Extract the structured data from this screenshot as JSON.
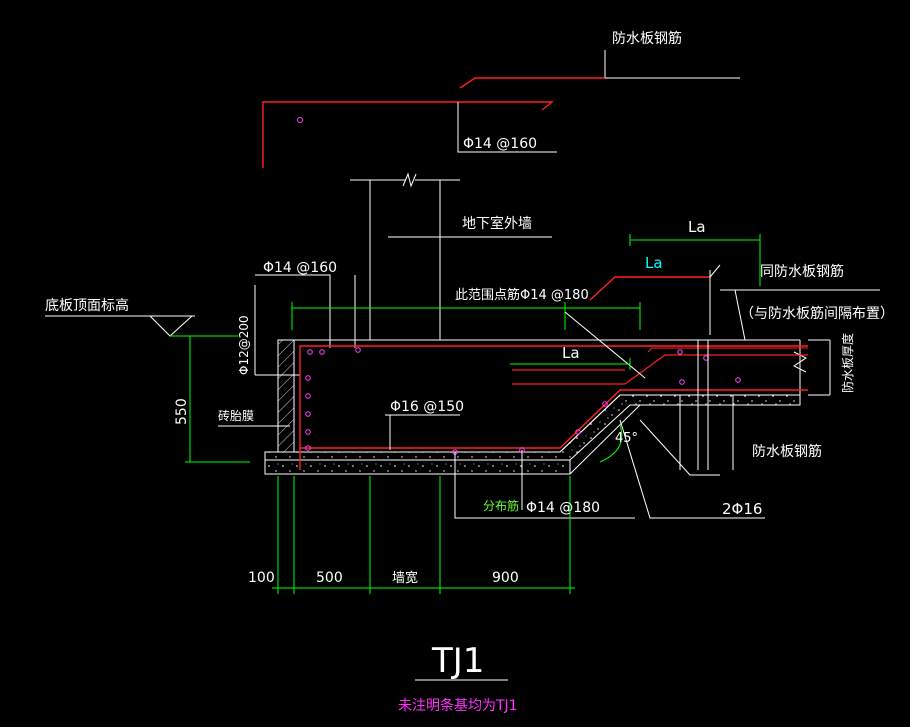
{
  "colors": {
    "background": "#000000",
    "line": "#ffffff",
    "rebar": "#ff2020",
    "dim": "#00ff00",
    "dot": "#ff40ff",
    "cyan": "#00ffff",
    "magenta": "#ff30ff",
    "green_text": "#66ff33"
  },
  "labels": {
    "waterproof_top": "防水板钢筋",
    "bar_top": "Φ14 @160",
    "basement_wall": "地下室外墙",
    "bar_left": "Φ14 @160",
    "slab_top_elev": "底板顶面标高",
    "bar_vertical": "Φ12@200",
    "bar_edge": "此范围点筋Φ14 @180",
    "la_top": "La",
    "la_cyan": "La",
    "la_mid": "La",
    "same_as_slab": "同防水板钢筋",
    "spacing_note": "（与防水板筋间隔布置）",
    "slab_thickness": "防水板厚度",
    "brick_mold": "砖胎膜",
    "bar_bottom": "Φ16 @150",
    "angle": "45°",
    "waterproof_right": "防水板钢筋",
    "distribution": "分布筋",
    "bar_dist": "Φ14 @180",
    "bars_2": "2Φ16"
  },
  "dimensions": {
    "height": "550",
    "d1": "100",
    "d2": "500",
    "wall_width": "墙宽",
    "d3": "900"
  },
  "title": "TJ1",
  "note": "未注明条基均为TJ1"
}
